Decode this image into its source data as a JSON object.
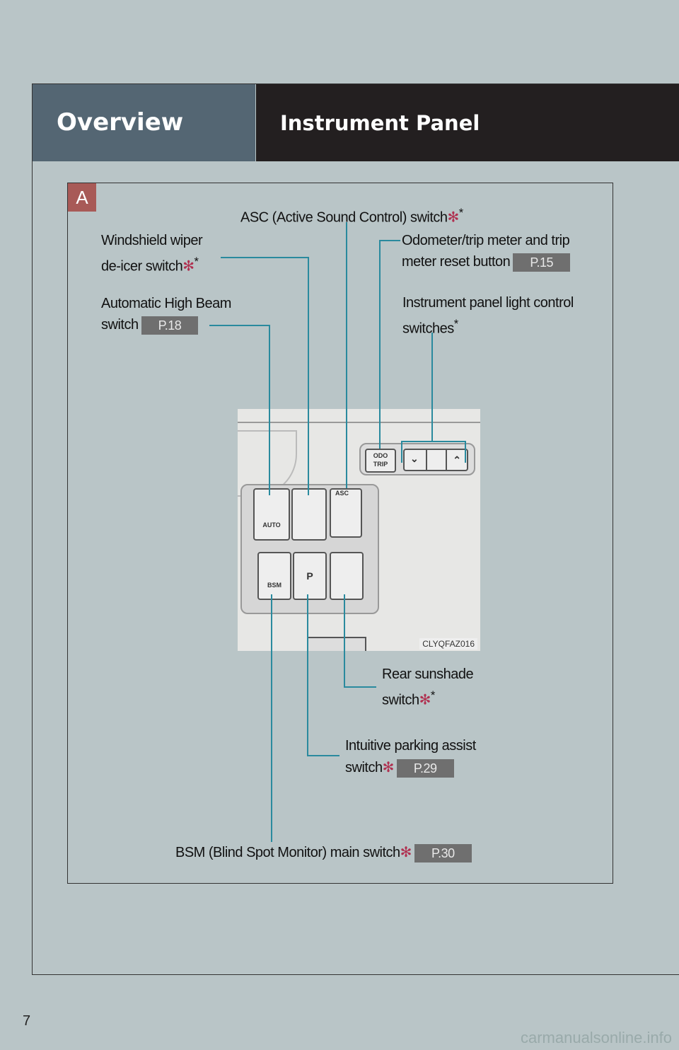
{
  "header": {
    "section": "Overview",
    "title": "Instrument Panel"
  },
  "figure_tag": "A",
  "labels": {
    "asc": "ASC (Active Sound Control) switch",
    "wiper_1": "Windshield wiper",
    "wiper_2": "de-icer switch",
    "odo_1": "Odometer/trip meter and trip",
    "odo_2": "meter reset button",
    "odo_page": "P.15",
    "ahb_1": "Automatic High Beam",
    "ahb_2": "switch",
    "ahb_page": "P.18",
    "ipl_1": "Instrument panel light control",
    "ipl_2": "switches",
    "sunshade_1": "Rear sunshade",
    "sunshade_2": "switch",
    "parking_1": "Intuitive parking assist",
    "parking_2": "switch",
    "parking_page": "P.29",
    "bsm": "BSM (Blind Spot Monitor) main switch",
    "bsm_page": "P.30",
    "red_asterisk": "✻",
    "asterisk": "*"
  },
  "photo": {
    "code": "CLYQFAZ016",
    "odo": "ODO TRIP",
    "auto": "AUTO",
    "asc": "ASC",
    "bsm": "BSM",
    "p": "P",
    "down": "⌄",
    "up": "⌃"
  },
  "page_number": "7",
  "watermark": "carmanualsonline.info",
  "colors": {
    "leader": "#2a8a9e",
    "tag": "#a85a57"
  }
}
